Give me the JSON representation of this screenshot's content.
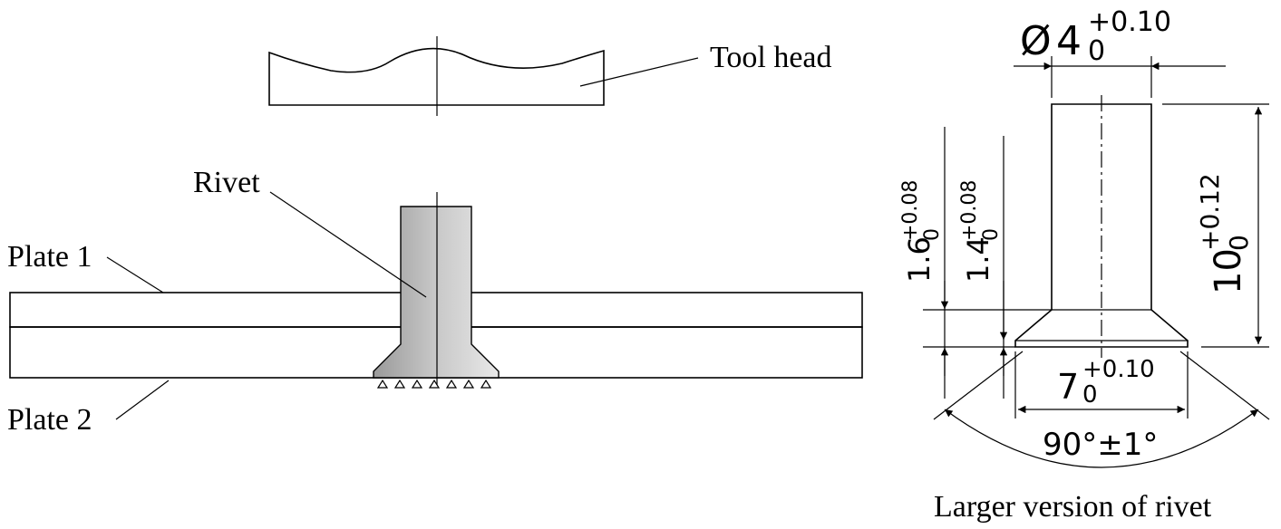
{
  "labels": {
    "tool_head": "Tool head",
    "rivet": "Rivet",
    "plate1": "Plate 1",
    "plate2": "Plate 2",
    "larger": "Larger version of rivet"
  },
  "dims": {
    "diameter_symbol": "Ø",
    "diameter_nominal": "4",
    "diameter_upper": "+0.10",
    "diameter_lower": "0",
    "length_nominal": "10",
    "length_upper": "+0.12",
    "length_lower": "0",
    "head16_nominal": "1.6",
    "head16_upper": "+0.08",
    "head16_lower": "0",
    "head14_nominal": "1.4",
    "head14_upper": "+0.08",
    "head14_lower": "0",
    "head_dia_nominal": "7",
    "head_dia_upper": "+0.10",
    "head_dia_lower": "0",
    "angle": "90°±1°"
  },
  "colors": {
    "rivet_light": "#e6e6e6",
    "rivet_dark": "#8a8a8a",
    "line": "#000000"
  }
}
